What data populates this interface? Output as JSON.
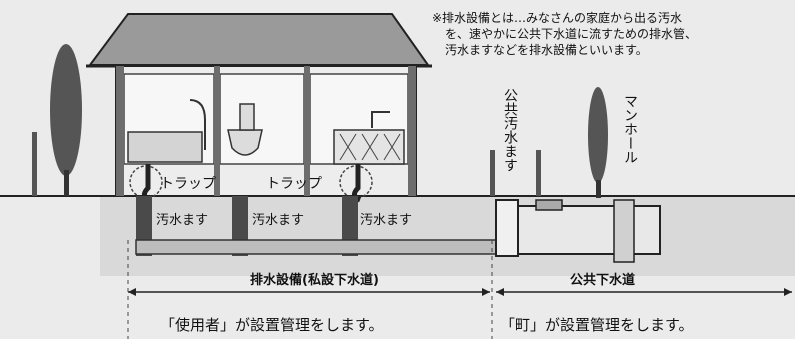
{
  "note": {
    "lines": [
      "※排水設備とは…みなさんの家庭から出る汚水",
      "を、速やかに公共下水道に流すための排水管、",
      "汚水ますなどを排水設備といいます。"
    ]
  },
  "labels": {
    "trap_left": "トラップ",
    "trap_right": "トラップ",
    "masu_1": "汚水ます",
    "masu_2": "汚水ます",
    "masu_3": "汚水ます",
    "public_masu": "公共汚水ます",
    "manhole": "マンホール",
    "drainage_facility": "排水設備(私設下水道)",
    "public_sewer": "公共下水道",
    "user_managed": "「使用者」が設置管理をします。",
    "town_managed": "「町」が設置管理をします。"
  },
  "colors": {
    "background": "#ebebeb",
    "line": "#222222",
    "ground": "#cfcfcf",
    "pipe": "#555555",
    "masu": "#7a7a7a"
  }
}
